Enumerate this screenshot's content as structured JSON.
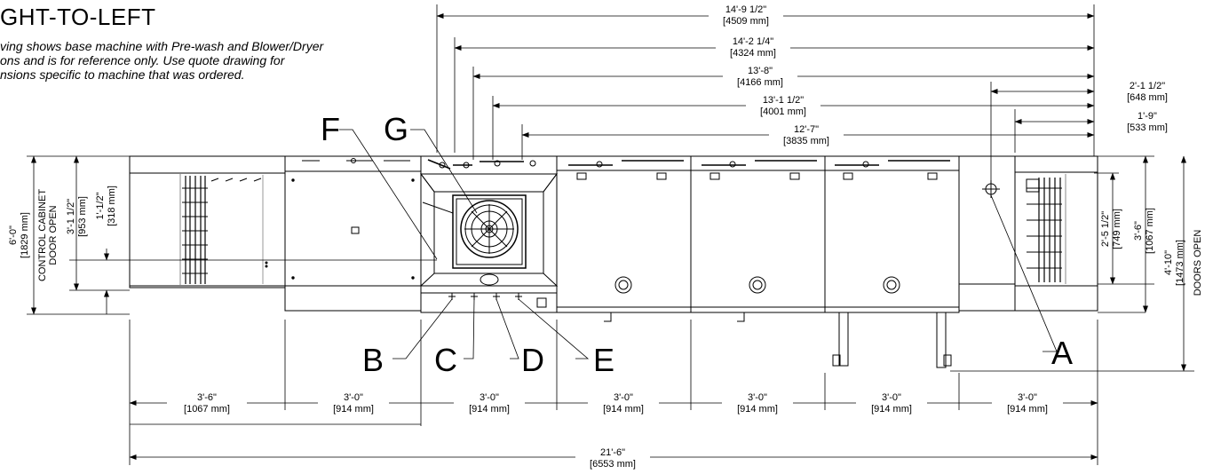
{
  "title": "GHT-TO-LEFT",
  "note_lines": [
    "ving shows base machine with Pre-wash and Blower/Dryer",
    "ons and is for reference only. Use quote drawing for",
    "nsions specific to machine that was ordered."
  ],
  "callouts": {
    "A": "A",
    "B": "B",
    "C": "C",
    "D": "D",
    "E": "E",
    "F": "F",
    "G": "G"
  },
  "dims": {
    "d1": {
      "ft": "14'-9 1/2\"",
      "mm": "[4509 mm]"
    },
    "d2": {
      "ft": "14'-2 1/4\"",
      "mm": "[4324 mm]"
    },
    "d3": {
      "ft": "13'-8\"",
      "mm": "[4166 mm]"
    },
    "d4": {
      "ft": "13'-1 1/2\"",
      "mm": "[4001 mm]"
    },
    "d5": {
      "ft": "12'-7\"",
      "mm": "[3835 mm]"
    },
    "d6": {
      "ft": "2'-1 1/2\"",
      "mm": "[648 mm]"
    },
    "d7": {
      "ft": "1'-9\"",
      "mm": "[533 mm]"
    },
    "total": {
      "ft": "21'-6\"",
      "mm": "[6553 mm]"
    },
    "left_overall": {
      "ft": "6'-0\"",
      "mm": "[1829 mm]",
      "label1": "CONTROL CABINET",
      "label2": "DOOR OPEN"
    },
    "left_a": {
      "ft": "3'-1 1/2\"",
      "mm": "[953 mm]"
    },
    "left_b": {
      "ft": "1'-1/2\"",
      "mm": "[318 mm]"
    },
    "right_a": {
      "ft": "2'-5 1/2\"",
      "mm": "[749 mm]"
    },
    "right_b": {
      "ft": "3'-6\"",
      "mm": "[1067 mm]"
    },
    "right_overall": {
      "ft": "4'-10\"",
      "mm": "[1473 mm]",
      "label": "DOORS OPEN"
    }
  },
  "sections": [
    {
      "ft": "3'-6\"",
      "mm": "[1067 mm]"
    },
    {
      "ft": "3'-0\"",
      "mm": "[914 mm]"
    },
    {
      "ft": "3'-0\"",
      "mm": "[914 mm]"
    },
    {
      "ft": "3'-0\"",
      "mm": "[914 mm]"
    },
    {
      "ft": "3'-0\"",
      "mm": "[914 mm]"
    },
    {
      "ft": "3'-0\"",
      "mm": "[914 mm]"
    },
    {
      "ft": "3'-0\"",
      "mm": "[914 mm]"
    }
  ]
}
